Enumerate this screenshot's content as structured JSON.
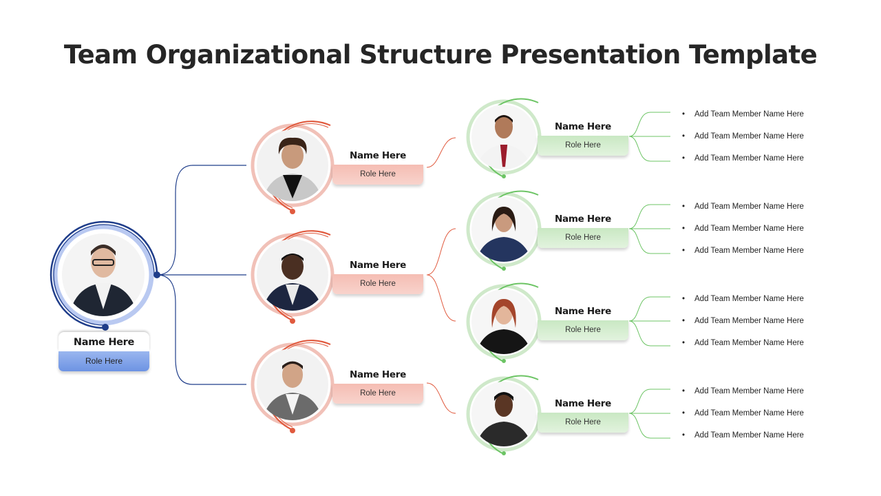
{
  "title": "Team Organizational Structure Presentation Template",
  "colors": {
    "leader": "#1f3d8a",
    "manager": "#e05a3e",
    "lead": "#6cc464",
    "title": "#262626"
  },
  "leader": {
    "name": "Name Here",
    "role": "Role Here"
  },
  "managers": [
    {
      "name": "Name Here",
      "role": "Role Here"
    },
    {
      "name": "Name Here",
      "role": "Role Here"
    },
    {
      "name": "Name Here",
      "role": "Role Here"
    }
  ],
  "leads": [
    {
      "name": "Name Here",
      "role": "Role Here",
      "members": [
        "Add Team Member Name Here",
        "Add Team Member Name Here",
        "Add Team Member Name Here"
      ]
    },
    {
      "name": "Name Here",
      "role": "Role Here",
      "members": [
        "Add Team Member Name Here",
        "Add Team Member Name Here",
        "Add Team Member Name Here"
      ]
    },
    {
      "name": "Name Here",
      "role": "Role Here",
      "members": [
        "Add Team Member Name Here",
        "Add Team Member Name Here",
        "Add Team Member Name Here"
      ]
    },
    {
      "name": "Name Here",
      "role": "Role Here",
      "members": [
        "Add Team Member Name Here",
        "Add Team Member Name Here",
        "Add Team Member Name Here"
      ]
    }
  ],
  "bullet": "•"
}
